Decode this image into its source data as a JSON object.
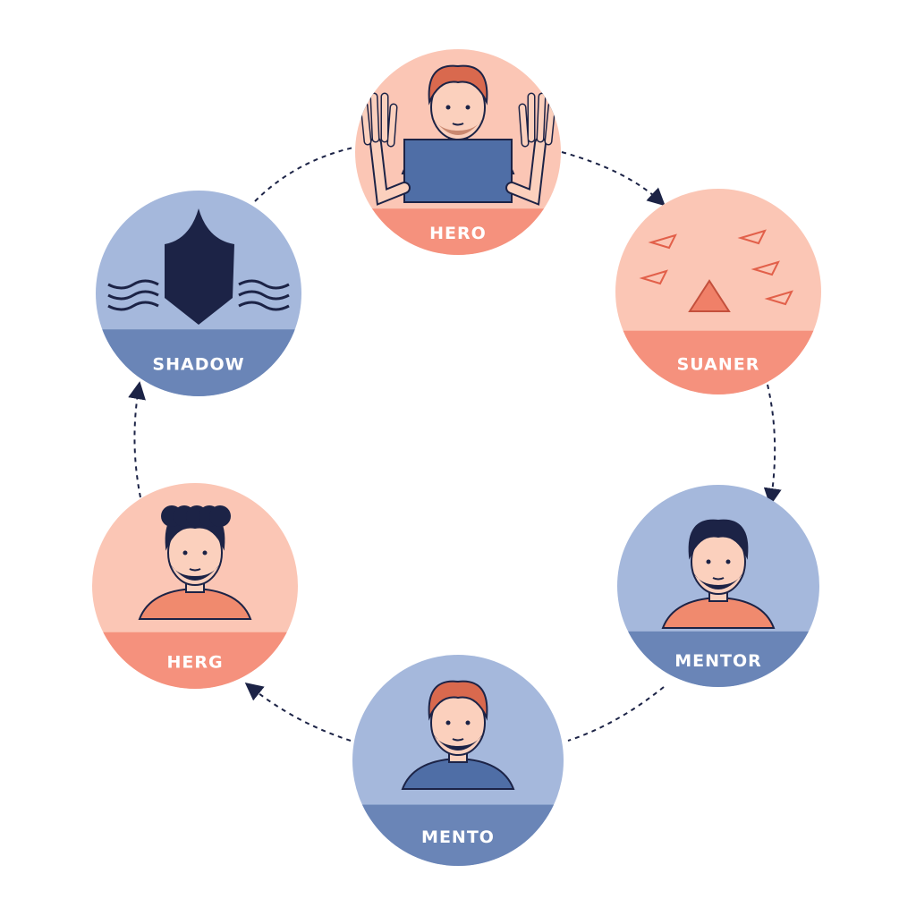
{
  "diagram": {
    "type": "cycle",
    "colors": {
      "pink_bg": "#fbc6b5",
      "pink_band": "#f5917d",
      "blue_bg": "#a5b8dc",
      "blue_band": "#6a85b7",
      "ink": "#1c2346",
      "skin": "#fbd0bd",
      "shirt_blue": "#4f6ea6",
      "shirt_orange": "#f08a6e",
      "hair_red": "#d9694e"
    },
    "nodes": [
      {
        "id": "hero",
        "label": "HERO",
        "theme": "pink",
        "icon": "person-hands-raised-icon"
      },
      {
        "id": "suaner",
        "label": "SUANER",
        "theme": "pink",
        "icon": "shattered-pieces-icon"
      },
      {
        "id": "mentor",
        "label": "MENTOR",
        "theme": "blue",
        "icon": "bearded-person-icon"
      },
      {
        "id": "mento",
        "label": "MENTO",
        "theme": "blue",
        "icon": "red-haired-person-icon"
      },
      {
        "id": "herg",
        "label": "HERG",
        "theme": "pink",
        "icon": "curly-haired-person-icon"
      },
      {
        "id": "shadow",
        "label": "SHADOW",
        "theme": "blue",
        "icon": "shadow-figure-icon"
      }
    ],
    "edges": [
      {
        "from": "hero",
        "to": "suaner",
        "arrow": true
      },
      {
        "from": "suaner",
        "to": "mentor",
        "arrow": true
      },
      {
        "from": "mentor",
        "to": "mento",
        "arrow": false
      },
      {
        "from": "mento",
        "to": "herg",
        "arrow": true
      },
      {
        "from": "herg",
        "to": "shadow",
        "arrow": true
      },
      {
        "from": "shadow",
        "to": "hero",
        "arrow": false
      }
    ]
  }
}
